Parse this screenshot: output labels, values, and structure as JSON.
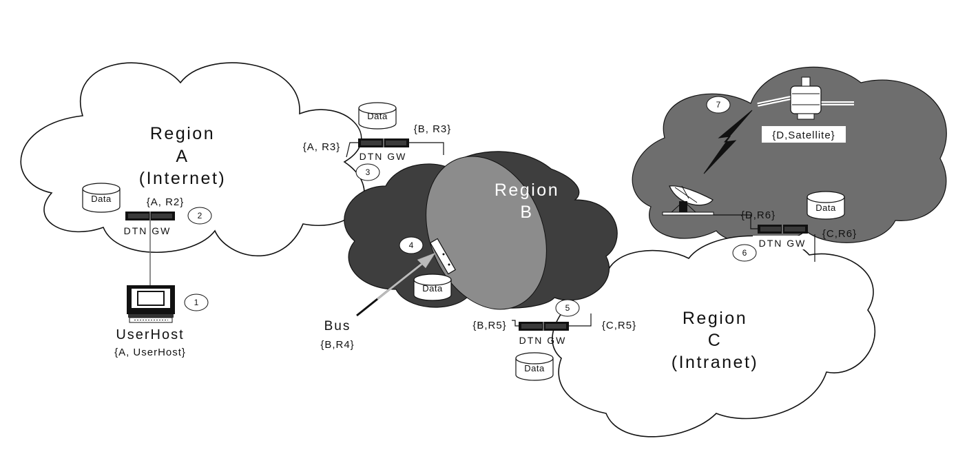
{
  "regions": {
    "a": {
      "line1": "Region",
      "line2": "A",
      "line3": "(Internet)"
    },
    "b": {
      "line1": "Region",
      "line2": "B"
    },
    "c": {
      "line1": "Region",
      "line2": "C",
      "line3": "(Intranet)"
    }
  },
  "gateways": {
    "gw2": {
      "label": "DTN GW",
      "id": "{A, R2}",
      "step": "2",
      "data": "Data"
    },
    "gw3": {
      "label": "DTN GW",
      "id_left": "{A, R3}",
      "id_right": "{B, R3}",
      "step": "3",
      "data": "Data"
    },
    "gw5": {
      "label": "DTN GW",
      "id_left": "{B,R5}",
      "id_right": "{C,R5}",
      "step": "5",
      "data": "Data"
    },
    "gw6": {
      "label": "DTN GW",
      "id_top": "{D,R6}",
      "id_right": "{C,R6}",
      "step": "6",
      "data": "Data"
    }
  },
  "userhost": {
    "name": "UserHost",
    "id": "{A, UserHost}",
    "step": "1"
  },
  "bus": {
    "name": "Bus",
    "id": "{B,R4}",
    "step": "4",
    "data": "Data"
  },
  "satellite": {
    "id": "{D,Satellite}",
    "step": "7"
  },
  "colors": {
    "region_a": "#ffffff",
    "region_b": "#3e3e3e",
    "region_b_overlap": "#8c8c8c",
    "region_c": "#ffffff",
    "region_d": "#6e6e6e",
    "outline": "#111111"
  }
}
